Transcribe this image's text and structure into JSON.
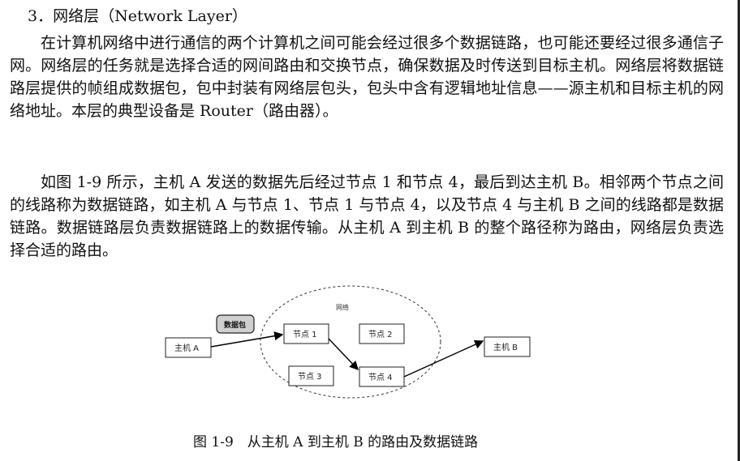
{
  "heading": "3．网络层（Network Layer）",
  "paragraph_1": "在计算机网络中进行通信的两个计算机之间可能会经过很多个数据链路，也可能还要经过很多通信子网。网络层的任务就是选择合适的网间路由和交换节点，确保数据及时传送到目标主机。网络层将数据链路层提供的帧组成数据包，包中封装有网络层包头，包头中含有逻辑地址信息——源主机和目标主机的网络地址。本层的典型设备是 Router（路由器）。",
  "paragraph_2": "如图 1-9 所示，主机 A 发送的数据先后经过节点 1 和节点 4，最后到达主机 B。相邻两个节点之间的线路称为数据链路，如主机 A 与节点 1、节点 1 与节点 4，以及节点 4 与主机 B 之间的线路都是数据链路。数据链路层负责数据链路上的数据传输。从主机 A 到主机 B 的整个路径称为路由，网络层负责选择合适的路由。",
  "figure": {
    "network_label": "网络",
    "packet_label": "数据包",
    "host_a_label": "主机 A",
    "host_b_label": "主机 B",
    "node_1_label": "节点 1",
    "node_2_label": "节点 2",
    "node_3_label": "节点 3",
    "node_4_label": "节点 4"
  },
  "caption": "图 1-9　从主机 A 到主机 B 的路由及数据链路",
  "colors": {
    "text": "#111111",
    "packet_fill": "#cfcfcf",
    "background": "#ffffff"
  }
}
